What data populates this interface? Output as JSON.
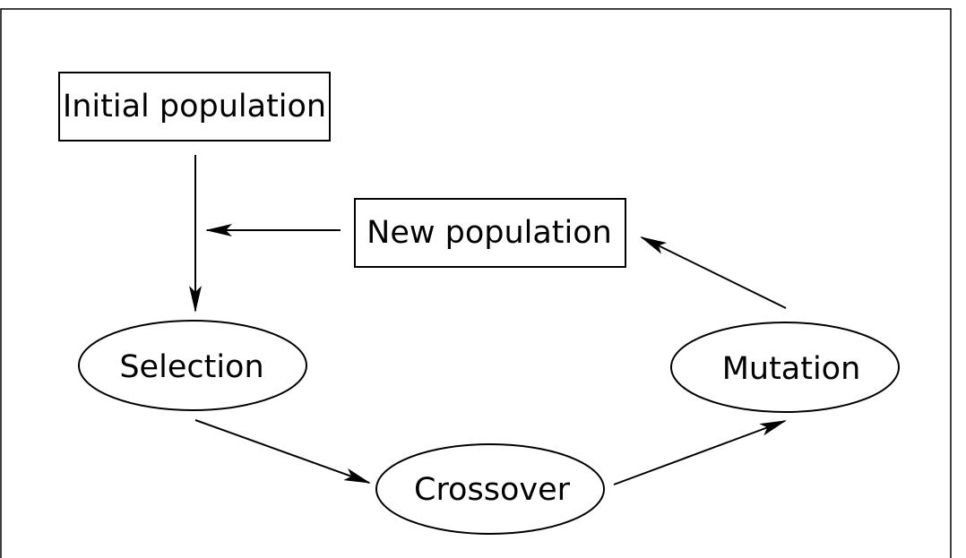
{
  "nodes": {
    "initial_population": "Initial population",
    "new_population": "New population",
    "selection": "Selection",
    "crossover": "Crossover",
    "mutation": "Mutation"
  },
  "colors": {
    "stroke": "#000000",
    "background": "#ffffff"
  }
}
